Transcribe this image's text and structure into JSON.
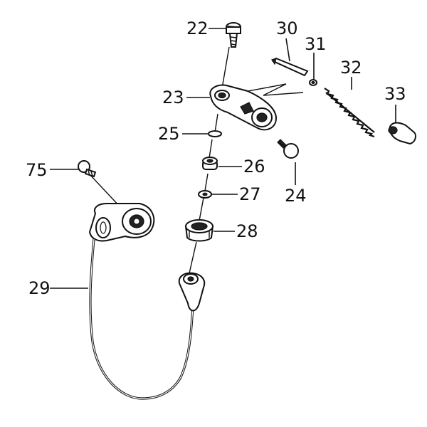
{
  "diagram": {
    "callouts": {
      "c22": "22",
      "c23": "23",
      "c24": "24",
      "c25": "25",
      "c26": "26",
      "c27": "27",
      "c28": "28",
      "c29": "29",
      "c30": "30",
      "c31": "31",
      "c32": "32",
      "c33": "33",
      "c75": "75"
    }
  }
}
